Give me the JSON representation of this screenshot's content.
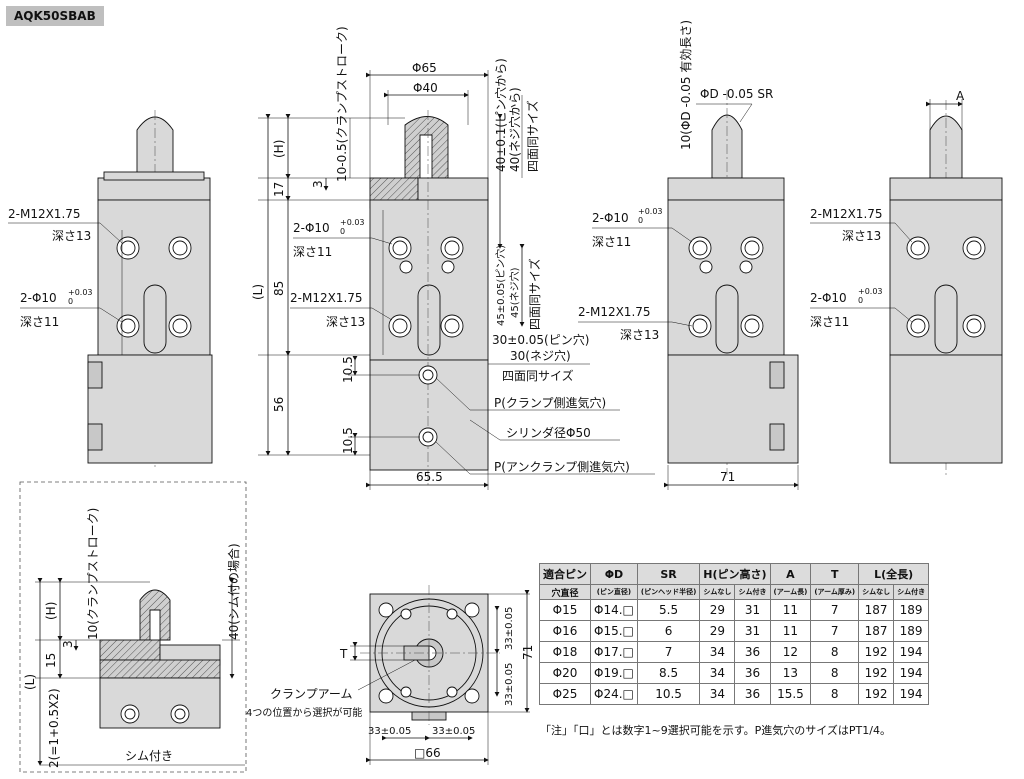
{
  "model": "AQK50SBAB",
  "labels": {
    "m12_left": "2-M12X1.75",
    "depth13_left": "深さ13",
    "phi10_left": "2-Φ10",
    "tol_003": "+0.03",
    "tol_0": "0",
    "depth11_left": "深さ11",
    "dim_65": "Φ65",
    "dim_40": "Φ40",
    "clamp_stroke": "10-0.5(クランプストローク)",
    "clamp_stroke_b": "10(クランプストローク)",
    "h_dim": "(H)",
    "dim_17": "17",
    "dim_3": "3",
    "dim_85": "85",
    "dim_l": "(L)",
    "dim_56": "56",
    "phi10_mid": "2-Φ10",
    "depth11_mid": "深さ11",
    "m12_mid": "2-M12X1.75",
    "depth13_mid": "深さ13",
    "dim_105a": "10.5",
    "dim_105b": "10.5",
    "dim_655": "65.5",
    "pin_40a": "40±0.1(ピン穴から)",
    "pin_40b": "40(ネジ穴から)",
    "same_four": "四面同サイズ",
    "pin_45a": "45±0.05(ピン穴)",
    "pin_45b": "45(ネジ穴)",
    "same_four_b": "四面同サイズ",
    "pin_30a": "30±0.05(ピン穴)",
    "pin_30b": "30(ネジ穴)",
    "same_four_c": "四面同サイズ",
    "p_clamp": "P(クランプ側進気穴)",
    "cyl_dia": "シリンダ径Φ50",
    "p_unclamp": "P(アンクランプ側進気穴)",
    "eff_len": "10(ΦD -0.05 有効長さ)",
    "phi_d_sr": "ΦD -0.05 SR",
    "phi10_r1": "2-Φ10",
    "depth11_r1": "深さ11",
    "m12_r1": "2-M12X1.75",
    "depth13_r1": "深さ13",
    "dim_71": "71",
    "dim_a": "A",
    "m12_r2": "2-M12X1.75",
    "depth13_r2": "深さ13",
    "phi10_r2": "2-Φ10",
    "depth11_r2": "深さ11",
    "shim_40": "40(シム付の場合)",
    "dim_15": "15",
    "dim_2": "2(=1+0.5X2)",
    "shim_with": "シム付き",
    "clamp_arm": "クランプアーム",
    "arm_select": "4つの位置から選択が可能",
    "dim_t": "T",
    "dim_33a": "33±0.05",
    "dim_33b": "33±0.05",
    "dim_33c": "33±0.05",
    "dim_33d": "33±0.05",
    "dim_71b": "71",
    "dim_66": "□66"
  },
  "table": {
    "headers_top": [
      "適合ピン",
      "ΦD",
      "SR",
      "H(ピン高さ)",
      "A",
      "T",
      "L(全長)"
    ],
    "headers_sub": [
      "穴直径",
      "(ピン直径)",
      "(ピンヘッド半径)",
      "シムなし",
      "シム付き",
      "(アーム長)",
      "(アーム厚み)",
      "シムなし",
      "シム付き"
    ],
    "rows": [
      [
        "Φ15",
        "Φ14.□",
        "5.5",
        "29",
        "31",
        "11",
        "7",
        "187",
        "189"
      ],
      [
        "Φ16",
        "Φ15.□",
        "6",
        "29",
        "31",
        "11",
        "7",
        "187",
        "189"
      ],
      [
        "Φ18",
        "Φ17.□",
        "7",
        "34",
        "36",
        "12",
        "8",
        "192",
        "194"
      ],
      [
        "Φ20",
        "Φ19.□",
        "8.5",
        "34",
        "36",
        "13",
        "8",
        "192",
        "194"
      ],
      [
        "Φ25",
        "Φ24.□",
        "10.5",
        "34",
        "36",
        "15.5",
        "8",
        "192",
        "194"
      ]
    ]
  },
  "note": "「注」「口」とは数字1~9選択可能を示す。P進気穴のサイズはPT1/4。"
}
